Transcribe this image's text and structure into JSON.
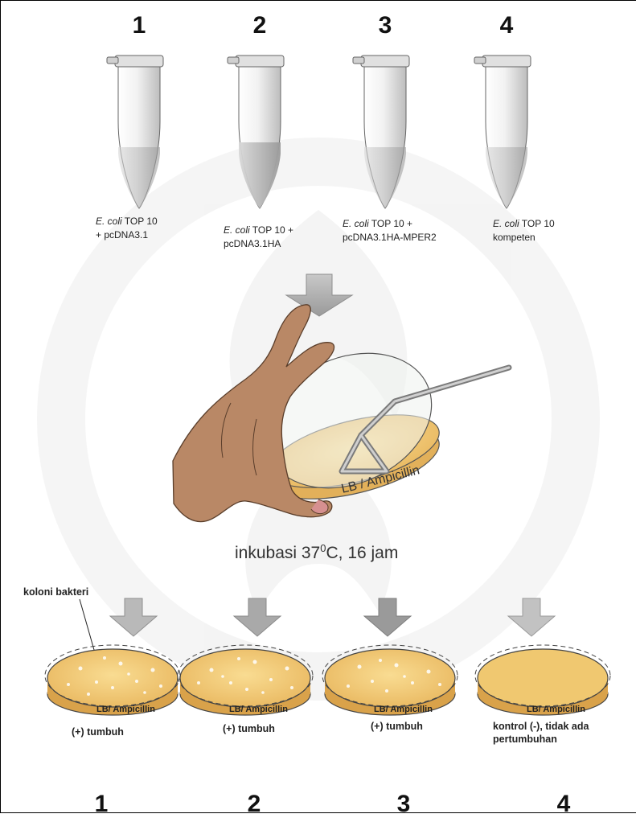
{
  "tubes": [
    {
      "number": "1",
      "species": "E. coli",
      "label_line1": " TOP 10",
      "label_line2": "+ pcDNA3.1"
    },
    {
      "number": "2",
      "species": "E. coli",
      "label_line1": " TOP 10 +",
      "label_line2": "pcDNA3.1HA"
    },
    {
      "number": "3",
      "species": "E. coli",
      "label_line1": " TOP 10 +",
      "label_line2": "pcDNA3.1HA-MPER2"
    },
    {
      "number": "4",
      "species": "E. coli",
      "label_line1": " TOP 10",
      "label_line2": "kompeten"
    }
  ],
  "plating": {
    "plate_label": "LB / Ampicillin"
  },
  "incubation": {
    "text": "inkubasi 37",
    "superscript": "0",
    "suffix": "C, 16 jam"
  },
  "colony_label": "koloni bakteri",
  "plates": [
    {
      "number": "1",
      "dish_label": "LB/ Ampicillin",
      "result_line1": "(+) tumbuh",
      "result_line2": "",
      "growth": true
    },
    {
      "number": "2",
      "dish_label": "LB/ Ampicillin",
      "result_line1": "(+) tumbuh",
      "result_line2": "",
      "growth": true
    },
    {
      "number": "3",
      "dish_label": "LB/ Ampicillin",
      "result_line1": "(+) tumbuh",
      "result_line2": "",
      "growth": true
    },
    {
      "number": "4",
      "dish_label": "LB/ Ampicillin",
      "result_line1": "kontrol (-), tidak ada",
      "result_line2": "pertumbuhan",
      "growth": false
    }
  ],
  "colors": {
    "agar": "#f0c870",
    "agar_dark": "#d9a24a",
    "skin": "#b98866",
    "arrow": "#b0b0b0"
  }
}
